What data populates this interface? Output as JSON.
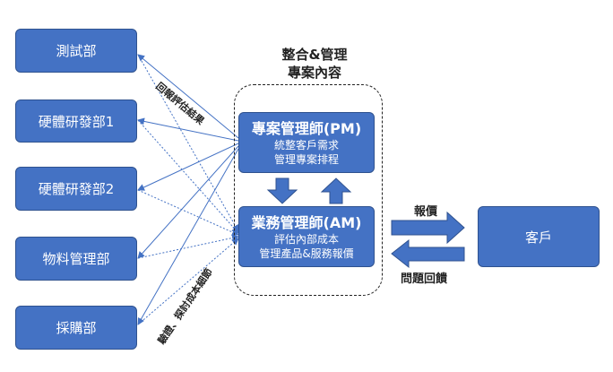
{
  "departments": [
    {
      "label": "測試部"
    },
    {
      "label": "硬體研發部1"
    },
    {
      "label": "硬體研發部2"
    },
    {
      "label": "物料管理部"
    },
    {
      "label": "採購部"
    }
  ],
  "container": {
    "title_line1": "整合&管理",
    "title_line2": "專案內容"
  },
  "pm": {
    "title": "專案管理師(PM)",
    "line1": "統整客戶需求",
    "line2": "管理專案排程"
  },
  "am": {
    "title": "業務管理師(AM)",
    "line1": "評估內部成本",
    "line2": "管理產品&服務報價"
  },
  "client": {
    "label": "客戶"
  },
  "labels": {
    "feedback": "回報評估結果",
    "verify": "驗證、探討成本細節",
    "quote": "報價",
    "issue": "問題回饋"
  },
  "colors": {
    "box": "#4472c4",
    "border": "#2f528f"
  }
}
